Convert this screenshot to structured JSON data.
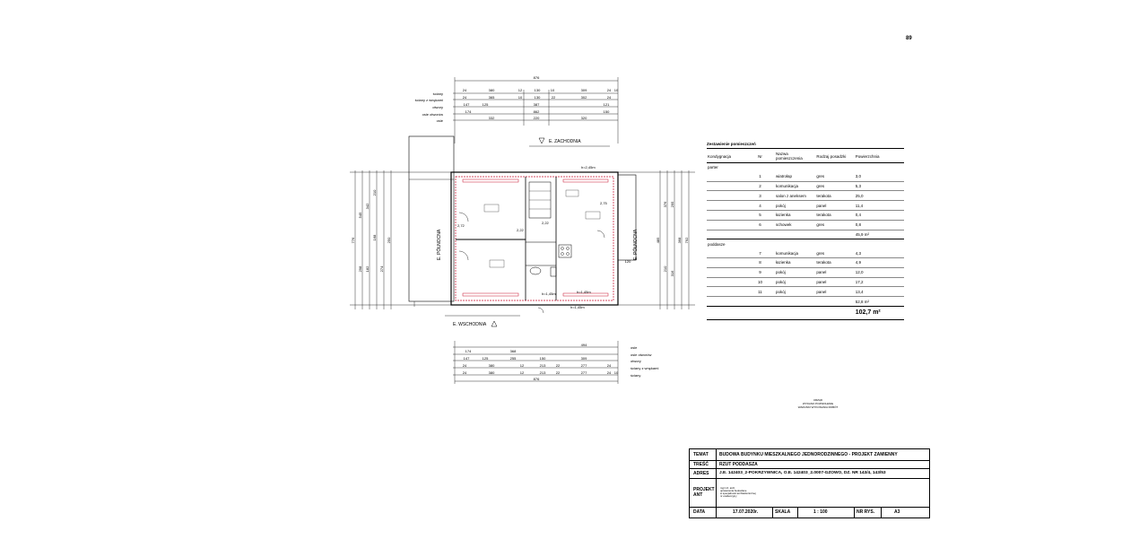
{
  "page_number": "89",
  "plan": {
    "orientation_labels": {
      "west": "E. ZACHODNIA",
      "east": "E. WSCHODNIA",
      "north": "E. PÓŁNOCNA",
      "north_left": "E. PÓŁNOCNA"
    },
    "dim_legend_top": [
      "ściany",
      "ściany z wnękami",
      "otwory",
      "osie otworów",
      "osie"
    ],
    "dim_legend_bottom": [
      "osie",
      "osie otworów",
      "otwory",
      "ściany z wnękami",
      "ściany"
    ],
    "dims_top": {
      "total": "876",
      "row1": [
        "24",
        "380",
        "12",
        "130",
        "10",
        "309",
        "24",
        "10"
      ],
      "row2": [
        "24",
        "365",
        "10",
        "130",
        "22",
        "302",
        "24"
      ],
      "row3": [
        "147",
        "125",
        "387",
        "121"
      ],
      "row4": [
        "174",
        "862",
        "150"
      ],
      "row5": [
        "332",
        "220",
        "320"
      ]
    },
    "dims_bottom": {
      "total": "876",
      "row1": [
        "174",
        "368",
        "494"
      ],
      "row2": [
        "147",
        "125",
        "255",
        "150",
        "309"
      ],
      "row3": [
        "24",
        "380",
        "12",
        "213",
        "22",
        "277",
        "24"
      ],
      "row4": [
        "24",
        "380",
        "12",
        "213",
        "22",
        "277",
        "24",
        "10"
      ]
    },
    "dims_left": [
      "776",
      "545",
      "342",
      "210",
      "168",
      "274",
      "298",
      "182",
      "250"
    ],
    "dims_right": [
      "376",
      "210",
      "485",
      "792",
      "295",
      "316",
      "120",
      "368"
    ],
    "room_labels": [
      "2,22",
      "2,72",
      "2,75",
      "2,22"
    ],
    "annotations": [
      "h=2,45m",
      "h=1,45m",
      "h=1,45m",
      "h=1,45m"
    ]
  },
  "room_table": {
    "title": "Zestawienie pomieszczeń",
    "headers": [
      "Kondygnacja",
      "Nr",
      "Nazwa pomieszczenia",
      "Rodzaj posadzki",
      "Powierzchnia"
    ],
    "sections": [
      {
        "name": "parter",
        "rows": [
          [
            "1",
            "wiatrołap",
            "gres",
            "3,0"
          ],
          [
            "2",
            "komunikacja",
            "gres",
            "5,3"
          ],
          [
            "3",
            "salon z aneksem",
            "terakota",
            "25,0"
          ],
          [
            "4",
            "pokój",
            "panel",
            "11,4"
          ],
          [
            "5",
            "łazienka",
            "terakota",
            "0,4"
          ],
          [
            "6",
            "schowek",
            "gres",
            "0,8"
          ]
        ],
        "sum": "45,9 m²"
      },
      {
        "name": "poddasze",
        "rows": [
          [
            "7",
            "komunikacja",
            "gres",
            "4,3"
          ],
          [
            "8",
            "łazienka",
            "terakota",
            "4,9"
          ],
          [
            "9",
            "pokój",
            "panel",
            "12,0"
          ],
          [
            "10",
            "pokój",
            "panel",
            "17,2"
          ],
          [
            "11",
            "pokój",
            "panel",
            "13,4"
          ]
        ],
        "sum": "52,8 m²"
      }
    ],
    "total": "102,7 m²"
  },
  "stamp": [
    "URZĄD",
    "WYDANO POZWOLENIE",
    "WARUNKI WYKONANIA ROBÓT"
  ],
  "title_block": {
    "temat_label": "TEMAT",
    "temat_value": "BUDOWA BUDYNKU MIESZKALNEGO JEDNORODZINNEGO - PROJEKT ZAMIENNY",
    "tresc_label": "TREŚĆ",
    "tresc_value": "RZUT PODDASZA",
    "adres_label": "ADRES",
    "adres_value": "J.E. 142403_2-POKRZYWNICA, O.E. 142403_2.0007-GZOWO, DZ. NR 143/4, 143/53",
    "projektant_label": "PROJEKTANT",
    "projektant_lines": [
      "mgr inż. arch.",
      "uprawnienia budowlane",
      "w specjalności architektonicznej",
      "nr ewidencyjny"
    ],
    "data_label": "DATA",
    "data_value": "17.07.2020r.",
    "skala_label": "SKALA",
    "skala_value": "1 : 100",
    "nr_rys_label": "NR RYS.",
    "nr_rys_value": "A3"
  }
}
